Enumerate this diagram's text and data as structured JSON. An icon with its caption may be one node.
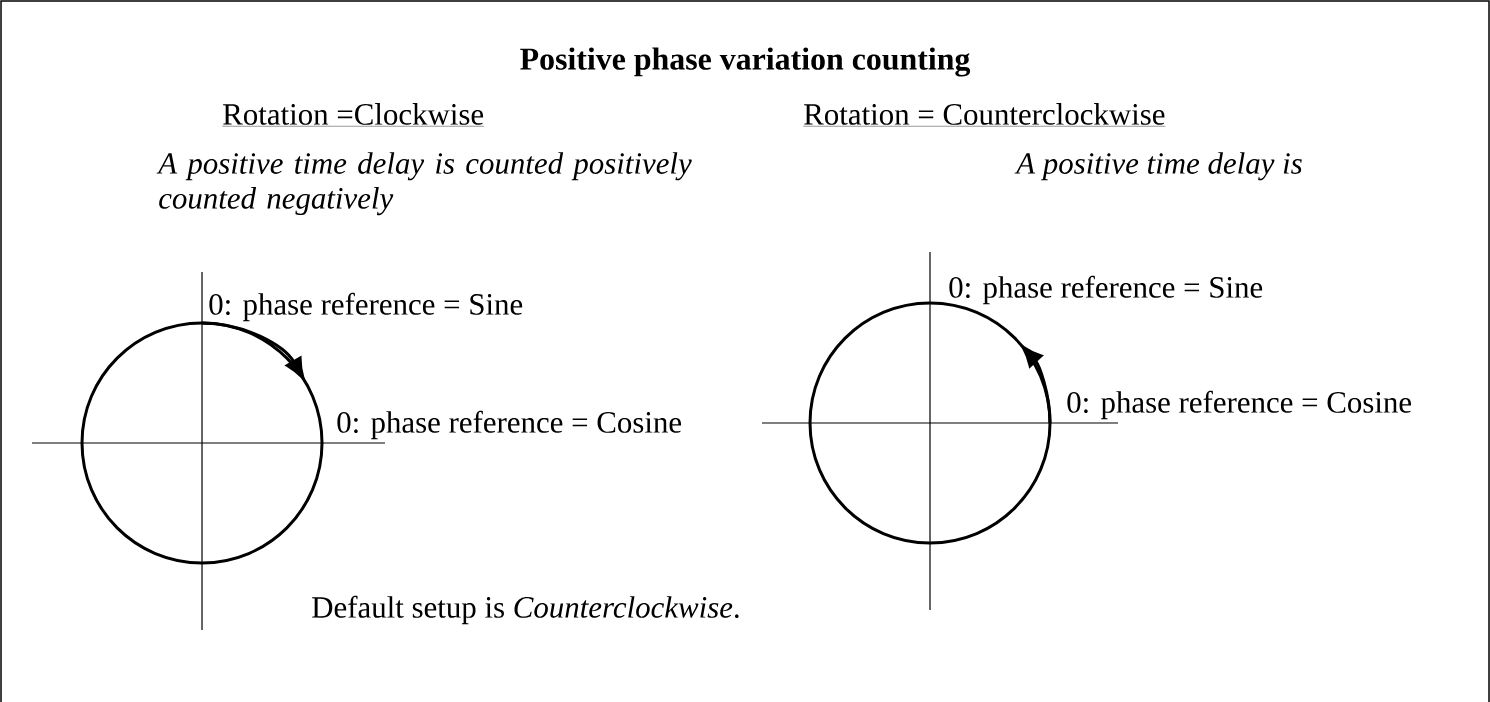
{
  "diagram": {
    "title": "Positive phase variation counting",
    "labels": [
      "Rotation =Clockwise",
      "Rotation = Counterclockwise",
      "A positive time delay is counted positively counted negatively",
      "A positive time delay is",
      "0: phase reference = Sine",
      "0: phase reference = Cosine",
      "0: phase reference = Sine",
      "0: phase reference = Cosine",
      "Default setup is *Counterclockwise*."
    ]
  }
}
